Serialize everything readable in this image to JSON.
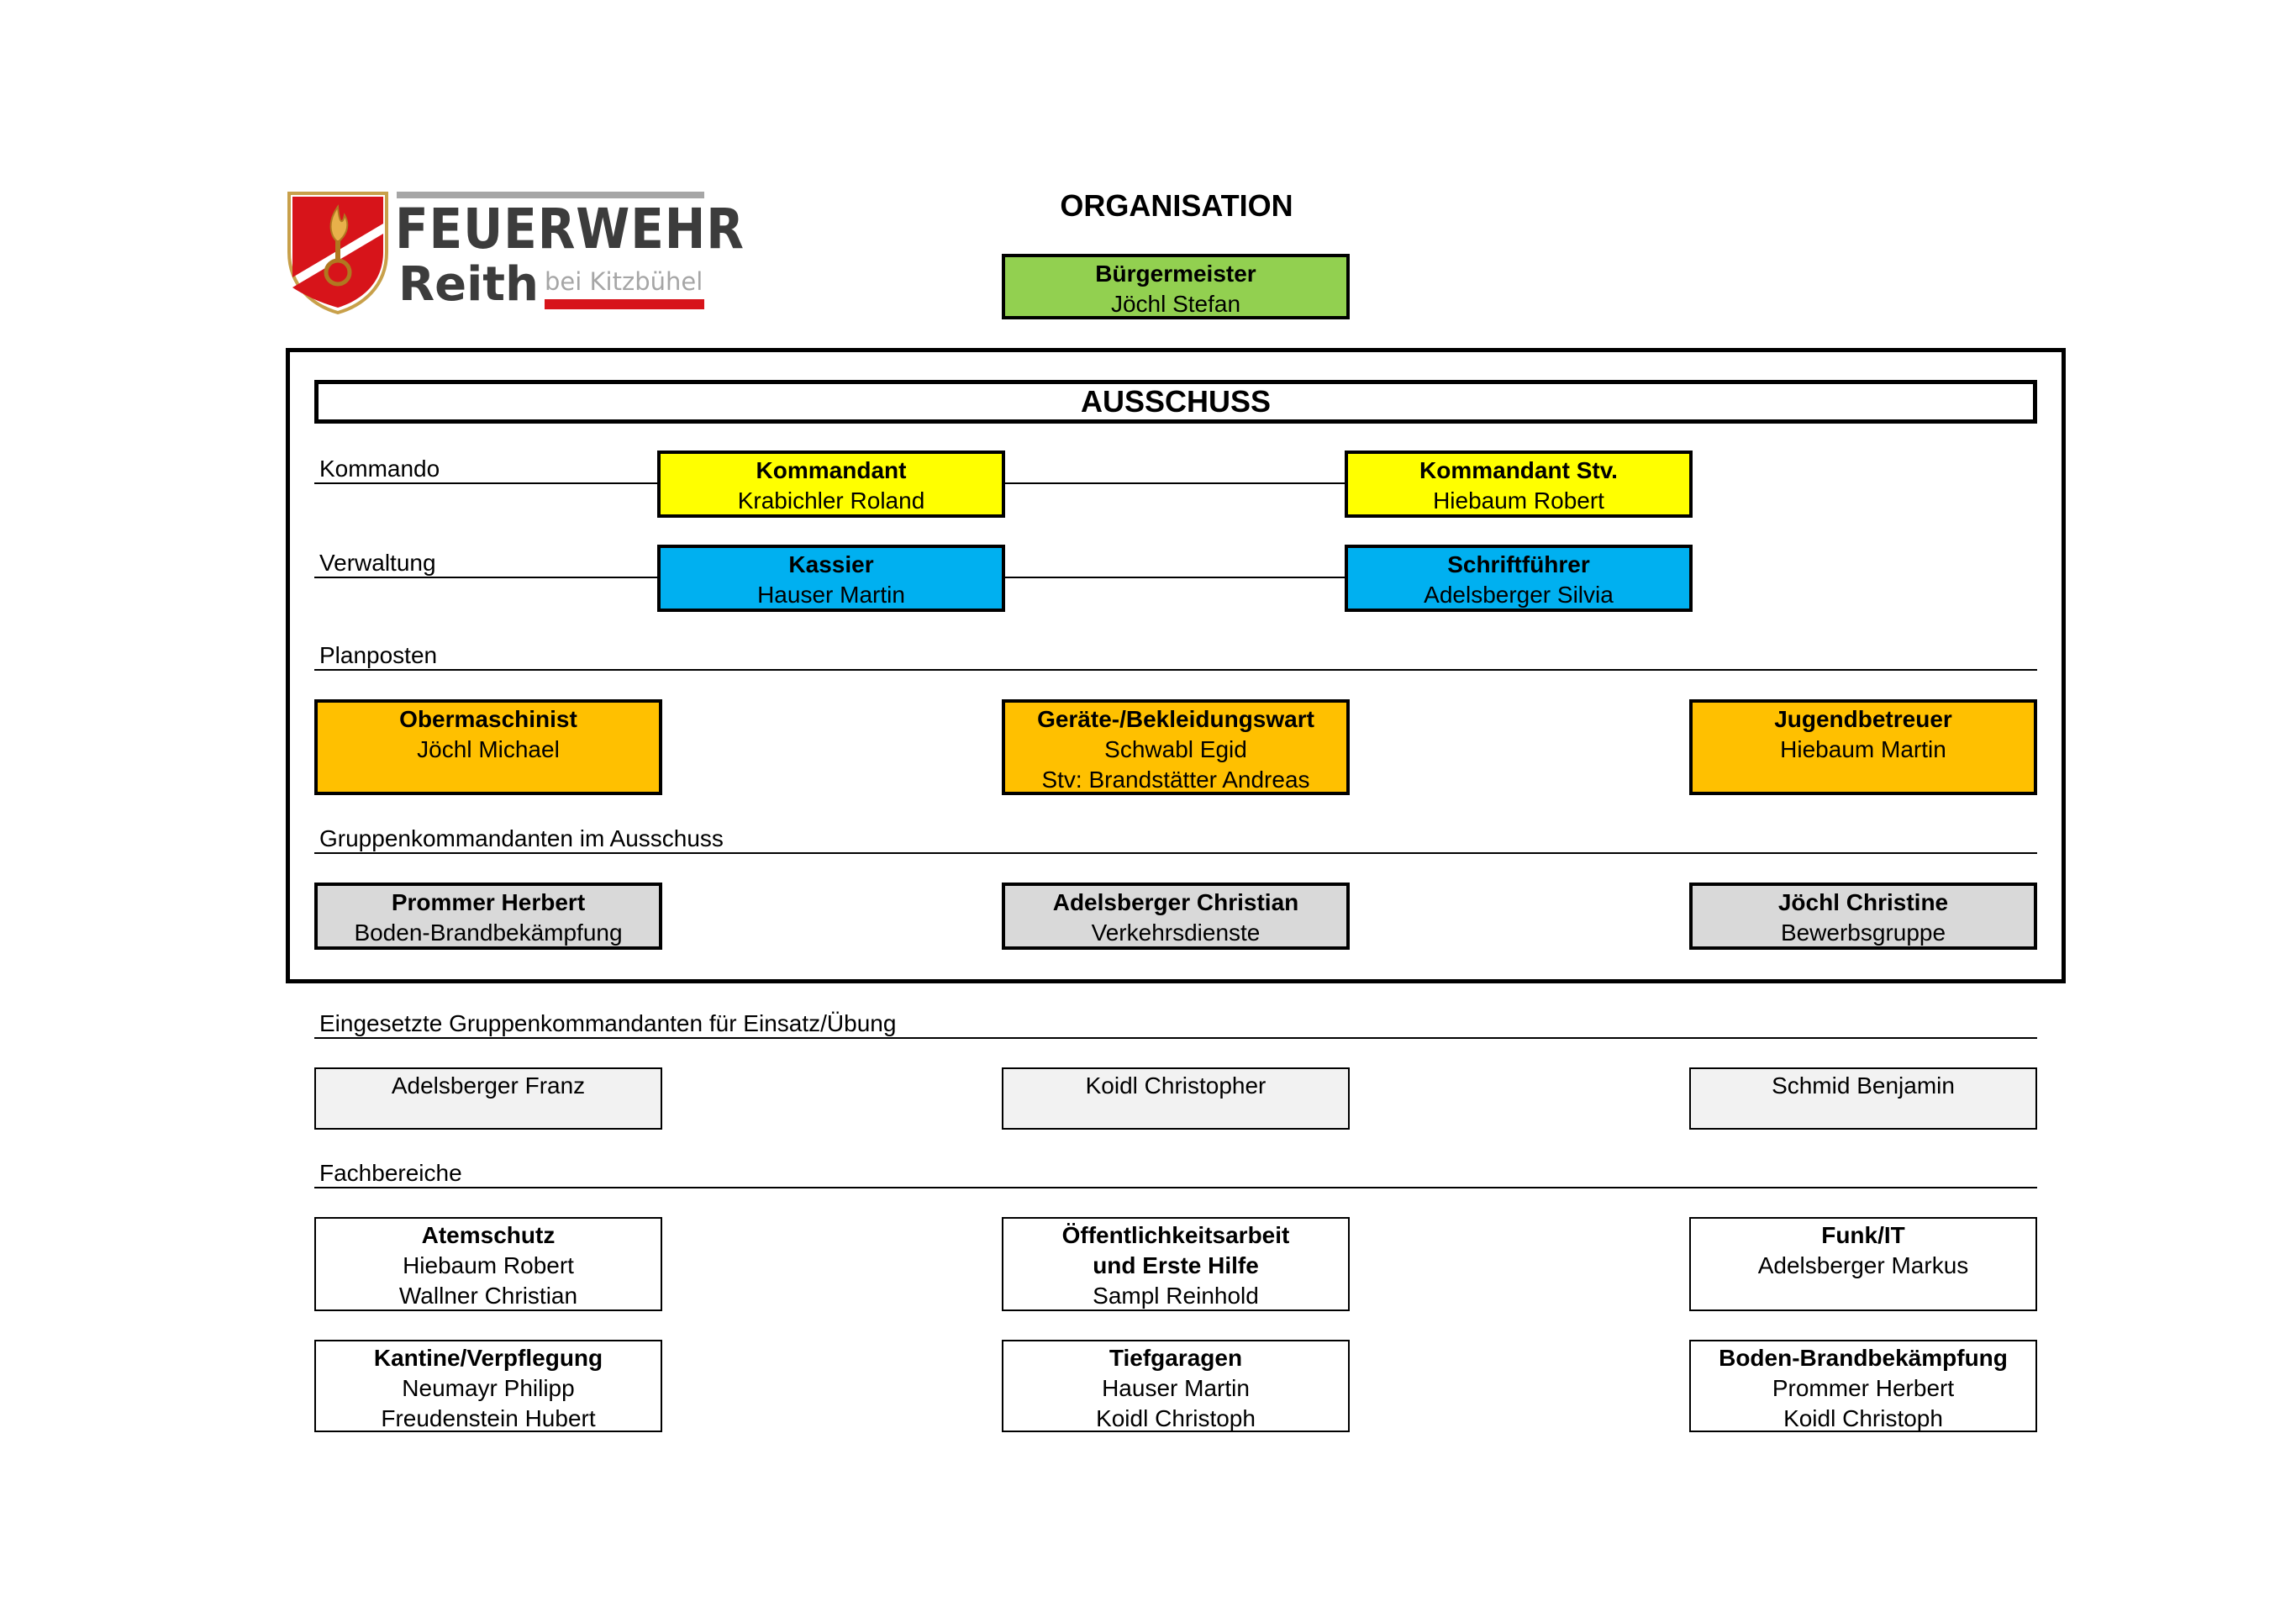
{
  "logo": {
    "line1": "FEUERWEHR",
    "line2": "Reith",
    "line3": "bei Kitzbühel"
  },
  "page_title": "ORGANISATION",
  "mayor": {
    "title": "Bürgermeister",
    "name": "Jöchl Stefan"
  },
  "committee": {
    "title": "AUSSCHUSS",
    "kommando": {
      "label": "Kommando",
      "left": {
        "title": "Kommandant",
        "name": "Krabichler Roland"
      },
      "right": {
        "title": "Kommandant Stv.",
        "name": "Hiebaum Robert"
      }
    },
    "verwaltung": {
      "label": "Verwaltung",
      "left": {
        "title": "Kassier",
        "name": "Hauser Martin"
      },
      "right": {
        "title": "Schriftführer",
        "name": "Adelsberger Silvia"
      }
    },
    "planposten": {
      "label": "Planposten",
      "items": [
        {
          "title": "Obermaschinist",
          "line1": "Jöchl Michael",
          "line2": ""
        },
        {
          "title": "Geräte-/Bekleidungswart",
          "line1": "Schwabl Egid",
          "line2": "Stv: Brandstätter Andreas"
        },
        {
          "title": "Jugendbetreuer",
          "line1": "Hiebaum Martin",
          "line2": ""
        }
      ]
    },
    "group_commanders": {
      "label": "Gruppenkommandanten im Ausschuss",
      "items": [
        {
          "title": "Prommer Herbert",
          "line1": "Boden-Brandbekämpfung"
        },
        {
          "title": "Adelsberger Christian",
          "line1": "Verkehrsdienste"
        },
        {
          "title": "Jöchl Christine",
          "line1": "Bewerbsgruppe"
        }
      ]
    }
  },
  "deployed": {
    "label": "Eingesetzte Gruppenkommandanten für Einsatz/Übung",
    "items": [
      "Adelsberger Franz",
      "Koidl Christopher",
      "Schmid Benjamin"
    ]
  },
  "fachbereiche": {
    "label": "Fachbereiche",
    "row1": [
      {
        "title": "Atemschutz",
        "lines": [
          "Hiebaum Robert",
          "Wallner Christian"
        ]
      },
      {
        "title": "Öffentlichkeitsarbeit und Erste Hilfe",
        "title_line1": "Öffentlichkeitsarbeit",
        "title_line2": "und Erste Hilfe",
        "lines": [
          "Sampl Reinhold"
        ]
      },
      {
        "title": "Funk/IT",
        "lines": [
          "Adelsberger Markus"
        ]
      }
    ],
    "row2": [
      {
        "title": "Kantine/Verpflegung",
        "lines": [
          "Neumayr Philipp",
          "Freudenstein Hubert"
        ]
      },
      {
        "title": "Tiefgaragen",
        "lines": [
          "Hauser Martin",
          "Koidl Christoph"
        ]
      },
      {
        "title": "Boden-Brandbekämpfung",
        "lines": [
          "Prommer Herbert",
          "Koidl Christoph"
        ]
      }
    ]
  },
  "colors": {
    "mayor": "#92d050",
    "kommando": "#ffff00",
    "verwaltung": "#00b0f0",
    "planposten": "#ffc000",
    "group_commanders": "#d9d9d9",
    "deployed": "#f2f2f2",
    "fachbereiche": "#ffffff",
    "logo_red": "#d7141a",
    "logo_grey": "#3c3c3c",
    "logo_light_grey": "#a6a6a6"
  }
}
